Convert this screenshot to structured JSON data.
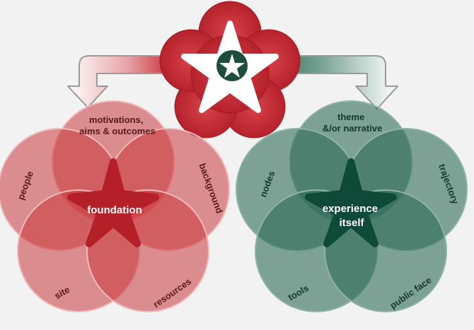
{
  "colors": {
    "red_circle": "#c8383d",
    "red_outline": "#f2b9bb",
    "red_center": "#b51f28",
    "green_circle": "#2f6b56",
    "green_outline": "#8fb4a6",
    "green_center": "#0f4a38",
    "background": "#f2f2f2",
    "arrow_outline": "#9a9a9a"
  },
  "left_venn": {
    "center_label": "foundation",
    "labels": {
      "top_line1": "motivations,",
      "top_line2": "aims & outcomes",
      "right": "background",
      "left": "people",
      "bottom_left": "site",
      "bottom_right": "resources"
    }
  },
  "right_venn": {
    "center_line1": "experience",
    "center_line2": "itself",
    "labels": {
      "top_line1": "theme",
      "top_line2": "&/or narrative",
      "right": "trajectory",
      "left": "nodes",
      "bottom_left": "tools",
      "bottom_right": "public face"
    }
  }
}
